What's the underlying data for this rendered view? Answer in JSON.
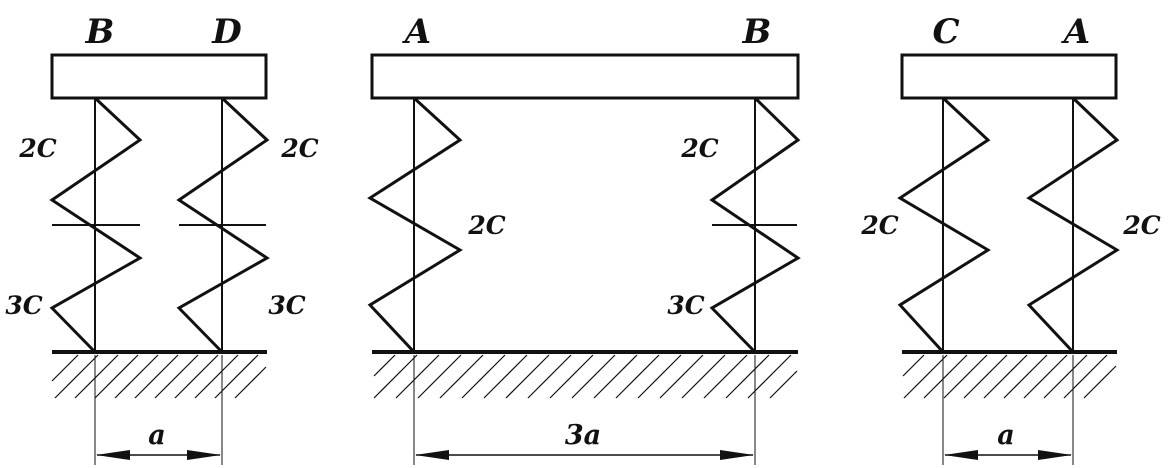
{
  "figures": [
    {
      "top_labels": [
        "B",
        "D"
      ],
      "springs": [
        {
          "label_upper": "2C",
          "label_lower": "3C"
        },
        {
          "label_upper": "2C",
          "label_lower": "3C"
        }
      ],
      "dimension": "a"
    },
    {
      "top_labels": [
        "A",
        "B"
      ],
      "springs": [
        {
          "label": "2C"
        },
        {
          "label_upper": "2C",
          "label_lower": "3C"
        }
      ],
      "dimension": "3a"
    },
    {
      "top_labels": [
        "C",
        "A"
      ],
      "springs": [
        {
          "label": "2C"
        },
        {
          "label": "2C"
        }
      ],
      "dimension": "a"
    }
  ]
}
